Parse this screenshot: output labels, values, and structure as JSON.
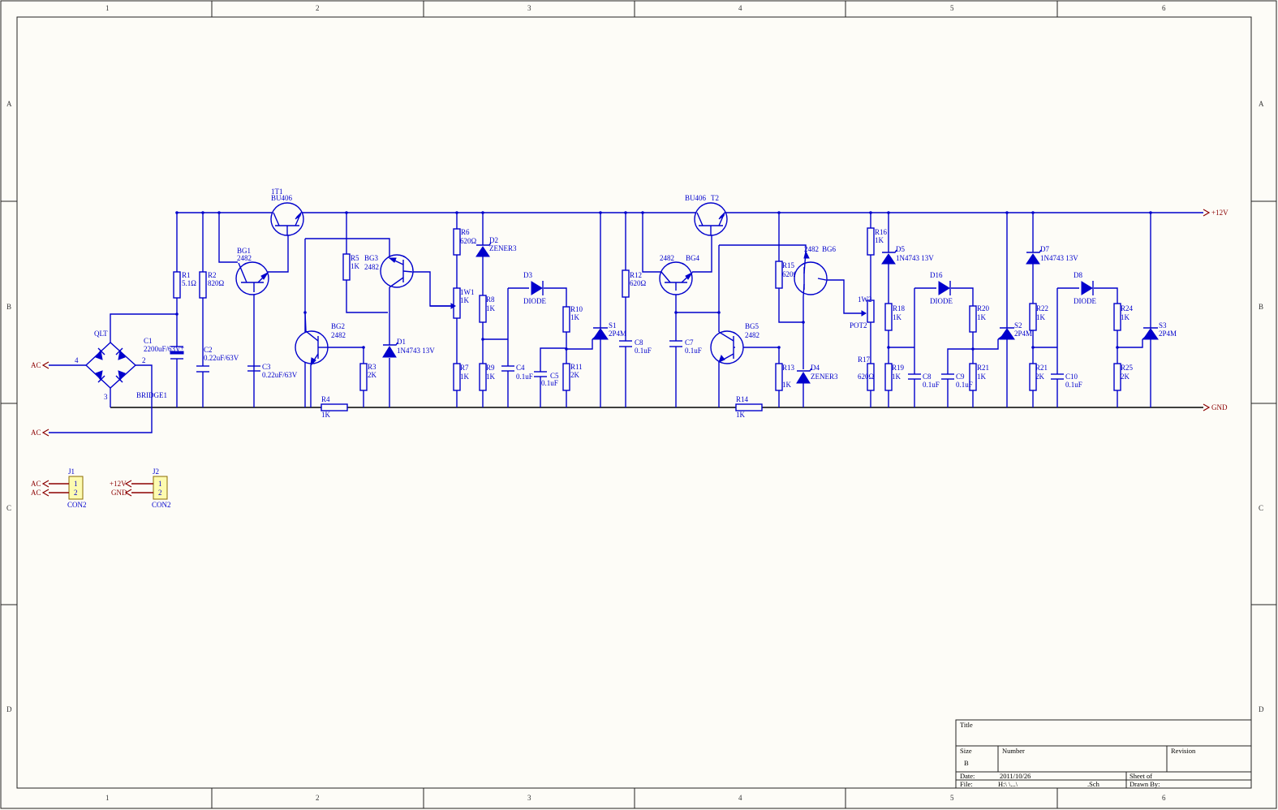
{
  "colors": {
    "wire": "#0000cc",
    "port": "#8b0000",
    "border": "#222222",
    "background": "#fdfcf7",
    "connector_fill": "#fdfbb0"
  },
  "frame": {
    "columns": [
      "1",
      "2",
      "3",
      "4",
      "5",
      "6"
    ],
    "rows": [
      "A",
      "B",
      "C",
      "D"
    ]
  },
  "ports": {
    "vcc": "+12V",
    "gnd": "GND",
    "ac": "AC"
  },
  "bridge": {
    "ref": "QLT",
    "value": "BRIDGE1",
    "pins": [
      "4",
      "2",
      "3"
    ]
  },
  "transistors": {
    "t1": {
      "ref": "1T1",
      "value": "BU406"
    },
    "t2": {
      "ref": "T2",
      "value": "BU406"
    },
    "bg1": {
      "ref": "BG1",
      "value": "2482"
    },
    "bg2": {
      "ref": "BG2",
      "value": "2482"
    },
    "bg3": {
      "ref": "BG3",
      "value": "2482"
    },
    "bg4": {
      "ref": "BG4",
      "value": "2482"
    },
    "bg5": {
      "ref": "BG5",
      "value": "2482"
    },
    "bg6": {
      "ref": "BG6",
      "value": "2482"
    }
  },
  "resistors": {
    "r1": {
      "ref": "R1",
      "value": "5.1Ω"
    },
    "r2": {
      "ref": "R2",
      "value": "820Ω"
    },
    "r3": {
      "ref": "R3",
      "value": "2K"
    },
    "r4": {
      "ref": "R4",
      "value": "1K"
    },
    "r5": {
      "ref": "R5",
      "value": "1K"
    },
    "r6": {
      "ref": "R6",
      "value": "620Ω"
    },
    "r7": {
      "ref": "R7",
      "value": "1K"
    },
    "r8": {
      "ref": "R8",
      "value": "1K"
    },
    "r9": {
      "ref": "R9",
      "value": "1K"
    },
    "r10": {
      "ref": "R10",
      "value": "1K"
    },
    "r11": {
      "ref": "R11",
      "value": "2K"
    },
    "r12": {
      "ref": "R12",
      "value": "620Ω"
    },
    "r13": {
      "ref": "R13",
      "value": "1K"
    },
    "r14": {
      "ref": "R14",
      "value": "1K"
    },
    "r15": {
      "ref": "R15",
      "value": "620Ω"
    },
    "r16": {
      "ref": "R16",
      "value": "1K"
    },
    "r17": {
      "ref": "R17",
      "value": "620Ω"
    },
    "r18": {
      "ref": "R18",
      "value": "1K"
    },
    "r19": {
      "ref": "R19",
      "value": "1K"
    },
    "r20": {
      "ref": "R20",
      "value": "1K"
    },
    "r21a": {
      "ref": "R21",
      "value": "1K"
    },
    "r21b": {
      "ref": "R21",
      "value": "2K"
    },
    "r22": {
      "ref": "R22",
      "value": "1K"
    },
    "r24": {
      "ref": "R24",
      "value": "1K"
    },
    "r25": {
      "ref": "R25",
      "value": "2K"
    }
  },
  "pots": {
    "w1": {
      "ref": "1W1",
      "value": "1K"
    },
    "w2": {
      "ref": "1W2",
      "value": "POT2"
    }
  },
  "capacitors": {
    "c1": {
      "ref": "C1",
      "value": "2200uF/63V"
    },
    "c2": {
      "ref": "C2",
      "value": "0.22uF/63V"
    },
    "c3": {
      "ref": "C3",
      "value": "0.22uF/63V"
    },
    "c4": {
      "ref": "C4",
      "value": "0.1uF"
    },
    "c5": {
      "ref": "C5",
      "value": "0.1uF"
    },
    "c8a": {
      "ref": "C8",
      "value": "0.1uF"
    },
    "c7": {
      "ref": "C7",
      "value": "0.1uF"
    },
    "c8b": {
      "ref": "C8",
      "value": "0.1uF"
    },
    "c9": {
      "ref": "C9",
      "value": "0.1uF"
    },
    "c10": {
      "ref": "C10",
      "value": "0.1uF"
    }
  },
  "diodes": {
    "d1": {
      "ref": "D1",
      "value": "1N4743 13V"
    },
    "d2": {
      "ref": "D2",
      "value": "ZENER3"
    },
    "d3": {
      "ref": "D3",
      "value": "DIODE"
    },
    "d4": {
      "ref": "D4",
      "value": "ZENER3"
    },
    "d5": {
      "ref": "D5",
      "value": "1N4743 13V"
    },
    "d16": {
      "ref": "D16",
      "value": "DIODE"
    },
    "d7": {
      "ref": "D7",
      "value": "1N4743 13V"
    },
    "d8": {
      "ref": "D8",
      "value": "DIODE"
    }
  },
  "scrs": {
    "s1": {
      "ref": "S1",
      "value": "2P4M"
    },
    "s2": {
      "ref": "S2",
      "value": "2P4M"
    },
    "s3": {
      "ref": "S3",
      "value": "2P4M"
    }
  },
  "connectors": {
    "j1": {
      "ref": "J1",
      "value": "CON2",
      "pins": [
        "1",
        "2"
      ]
    },
    "j2": {
      "ref": "J2",
      "value": "CON2",
      "pins": [
        "1",
        "2"
      ]
    }
  },
  "title_block": {
    "title": "Title",
    "size_label": "Size",
    "size": "B",
    "number_label": "Number",
    "revision_label": "Revision",
    "date_label": "Date:",
    "date": "2011/10/26",
    "sheet_label": "Sheet     of",
    "file_label": "File:",
    "file": "H:\\        \\...\\",
    "file_ext": ".Sch",
    "drawn_label": "Drawn By:"
  }
}
